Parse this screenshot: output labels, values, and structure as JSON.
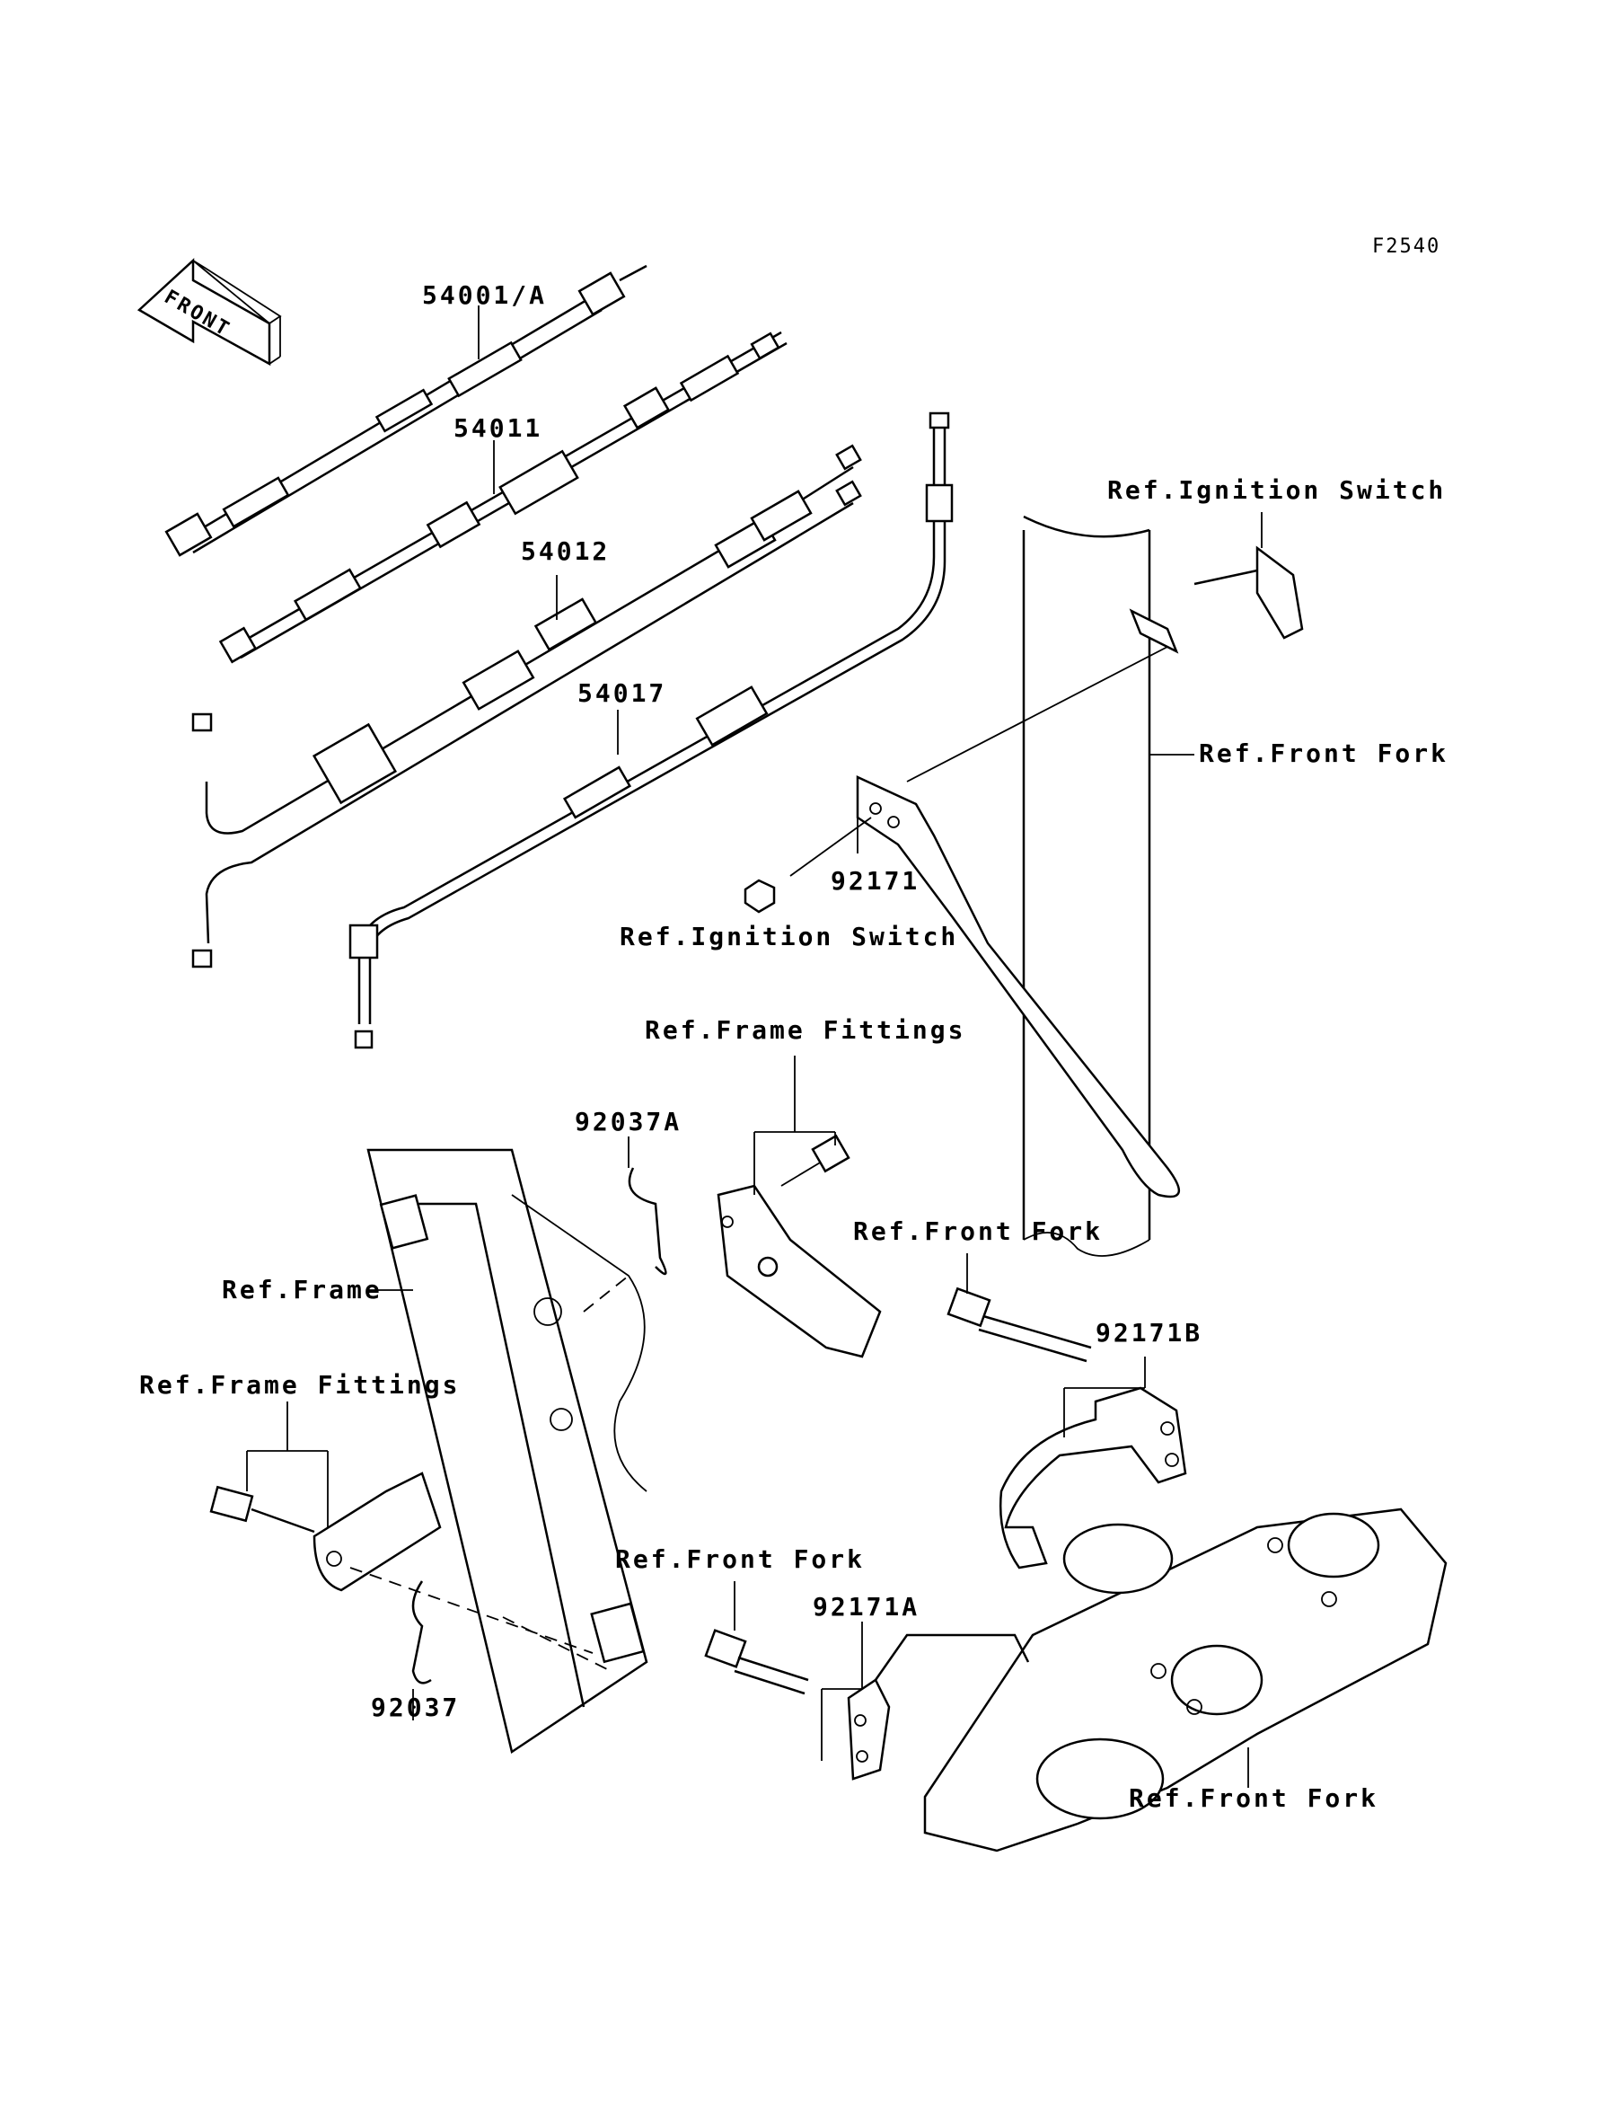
{
  "figure_code": "F2540",
  "front_marker": "FRONT",
  "labels": {
    "cable_54001": "54001/A",
    "cable_54011": "54011",
    "cable_54012": "54012",
    "cable_54017": "54017",
    "ref_ignition_switch_top": "Ref.Ignition Switch",
    "ref_front_fork_top": "Ref.Front Fork",
    "part_92171": "92171",
    "ref_ignition_switch_mid": "Ref.Ignition Switch",
    "ref_frame_fittings_top": "Ref.Frame Fittings",
    "part_92037a": "92037A",
    "ref_front_fork_mid": "Ref.Front Fork",
    "ref_frame": "Ref.Frame",
    "part_92171b": "92171B",
    "ref_frame_fittings_left": "Ref.Frame Fittings",
    "ref_front_fork_lower": "Ref.Front Fork",
    "part_92171a": "92171A",
    "part_92037": "92037",
    "ref_front_fork_bottom": "Ref.Front Fork"
  }
}
